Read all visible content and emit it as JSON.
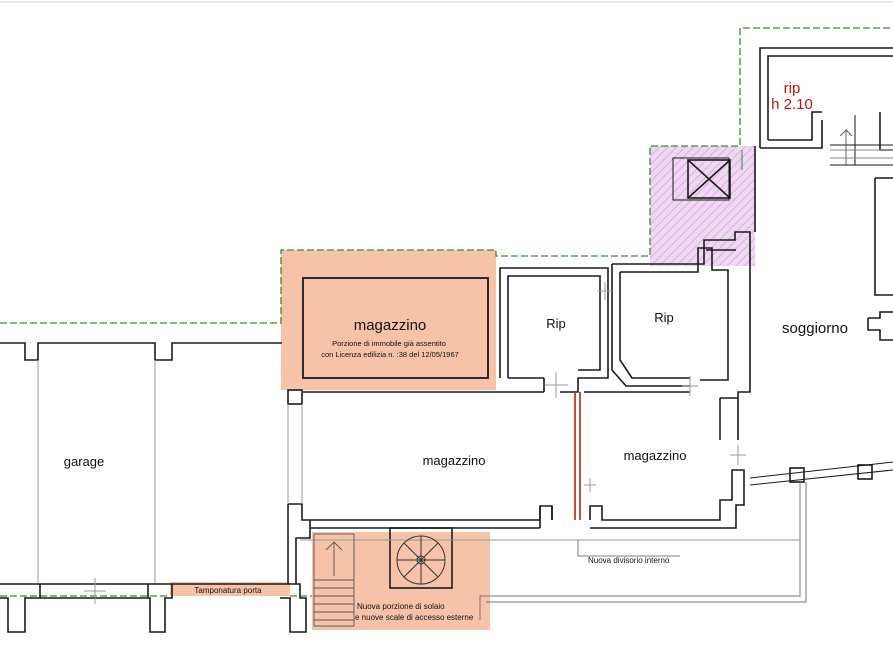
{
  "colors": {
    "wall": "#1a1a1a",
    "boundary": "#3a8a3a",
    "highlight_orange": "#f4b89a",
    "highlight_purple": "#e8c8ee",
    "red_text": "#cc1111",
    "new_partition": "#b04020"
  },
  "rooms": {
    "rip_upper_line1": "rip",
    "rip_upper_line2": "h 2.10",
    "magazzino_highlight": "magazzino",
    "rip_left": "Rip",
    "rip_right": "Rip",
    "soggiorno": "soggiorno",
    "garage": "garage",
    "magazzino_center": "magazzino",
    "magazzino_right": "magazzino"
  },
  "notes": {
    "porzione_line1": "Porzione di immobile già assentito",
    "porzione_line2": "con Licenza edilizia n. :38 del 12/05/1967",
    "tamponatura": "Tamponatura porta",
    "nuovo_divisorio": "Nuova divisorio interno",
    "nuova_porzione_line1": "Nuova porzione di solaio",
    "nuova_porzione_line2": "e nuove scale di accesso esterne"
  }
}
